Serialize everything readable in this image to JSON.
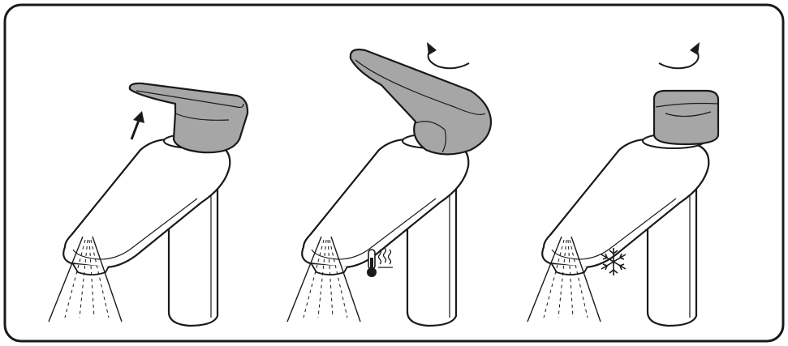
{
  "figure": {
    "panels": [
      {
        "id": "lift-on",
        "icon": "arrow-up-icon",
        "spray": true
      },
      {
        "id": "hot",
        "icon": "thermometer-hot-icon",
        "rotation": "rotate-left-icon",
        "spray": true
      },
      {
        "id": "cold",
        "icon": "snowflake-icon",
        "rotation": "rotate-right-icon",
        "spray": true
      }
    ],
    "colors": {
      "outline": "#1a1a1a",
      "handle_fill": "#a6a6a6",
      "background": "#ffffff"
    }
  }
}
